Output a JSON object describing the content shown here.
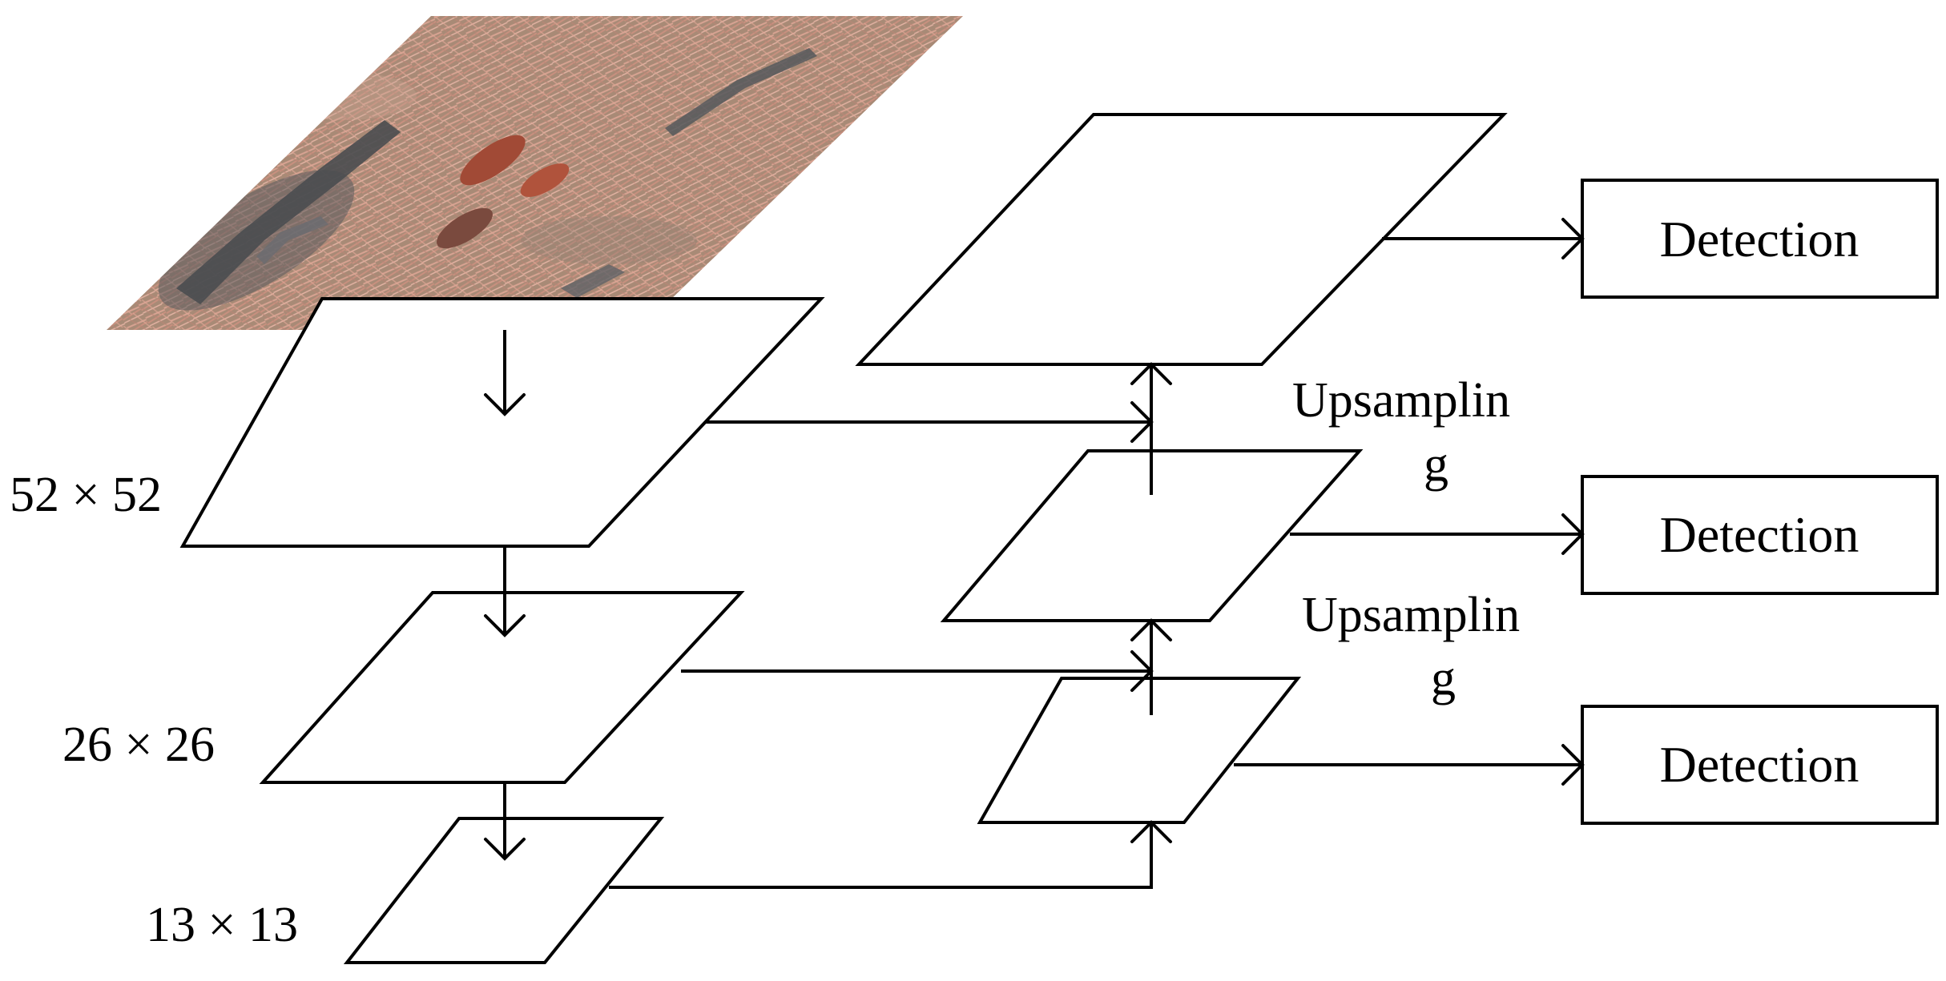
{
  "scales": {
    "s52": "52 × 52",
    "s26": "26 × 26",
    "s13": "13 × 13"
  },
  "upsampling": [
    {
      "line1": "Upsamplin",
      "line2": "g"
    },
    {
      "line1": "Upsamplin",
      "line2": "g"
    }
  ],
  "detections": [
    {
      "label": "Detection"
    },
    {
      "label": "Detection"
    },
    {
      "label": "Detection"
    }
  ],
  "colors": {
    "stroke": "#000000",
    "background": "#ffffff",
    "photo_ground": "#a88a76",
    "photo_needles": "#d39a8a",
    "photo_log": "#4f5256"
  }
}
